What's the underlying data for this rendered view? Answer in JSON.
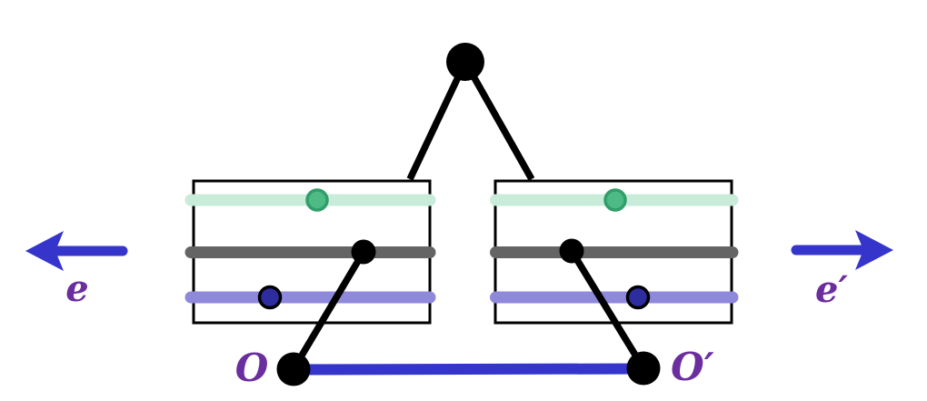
{
  "diagram": {
    "labels": {
      "left_arrow": "e",
      "right_arrow": "e′",
      "left_origin": "O",
      "right_origin": "O′"
    },
    "colors": {
      "background": "#ffffff",
      "black": "#000000",
      "mint_stripe": "#c9ecda",
      "gray_stripe": "#646464",
      "lavender_stripe": "#8e89da",
      "green_dot_fill": "#4eba86",
      "green_dot_stroke": "#2f9e68",
      "navy_dot_fill": "#2d2da0",
      "blue_accent": "#3535cc",
      "purple_label": "#6b2e9e"
    }
  }
}
